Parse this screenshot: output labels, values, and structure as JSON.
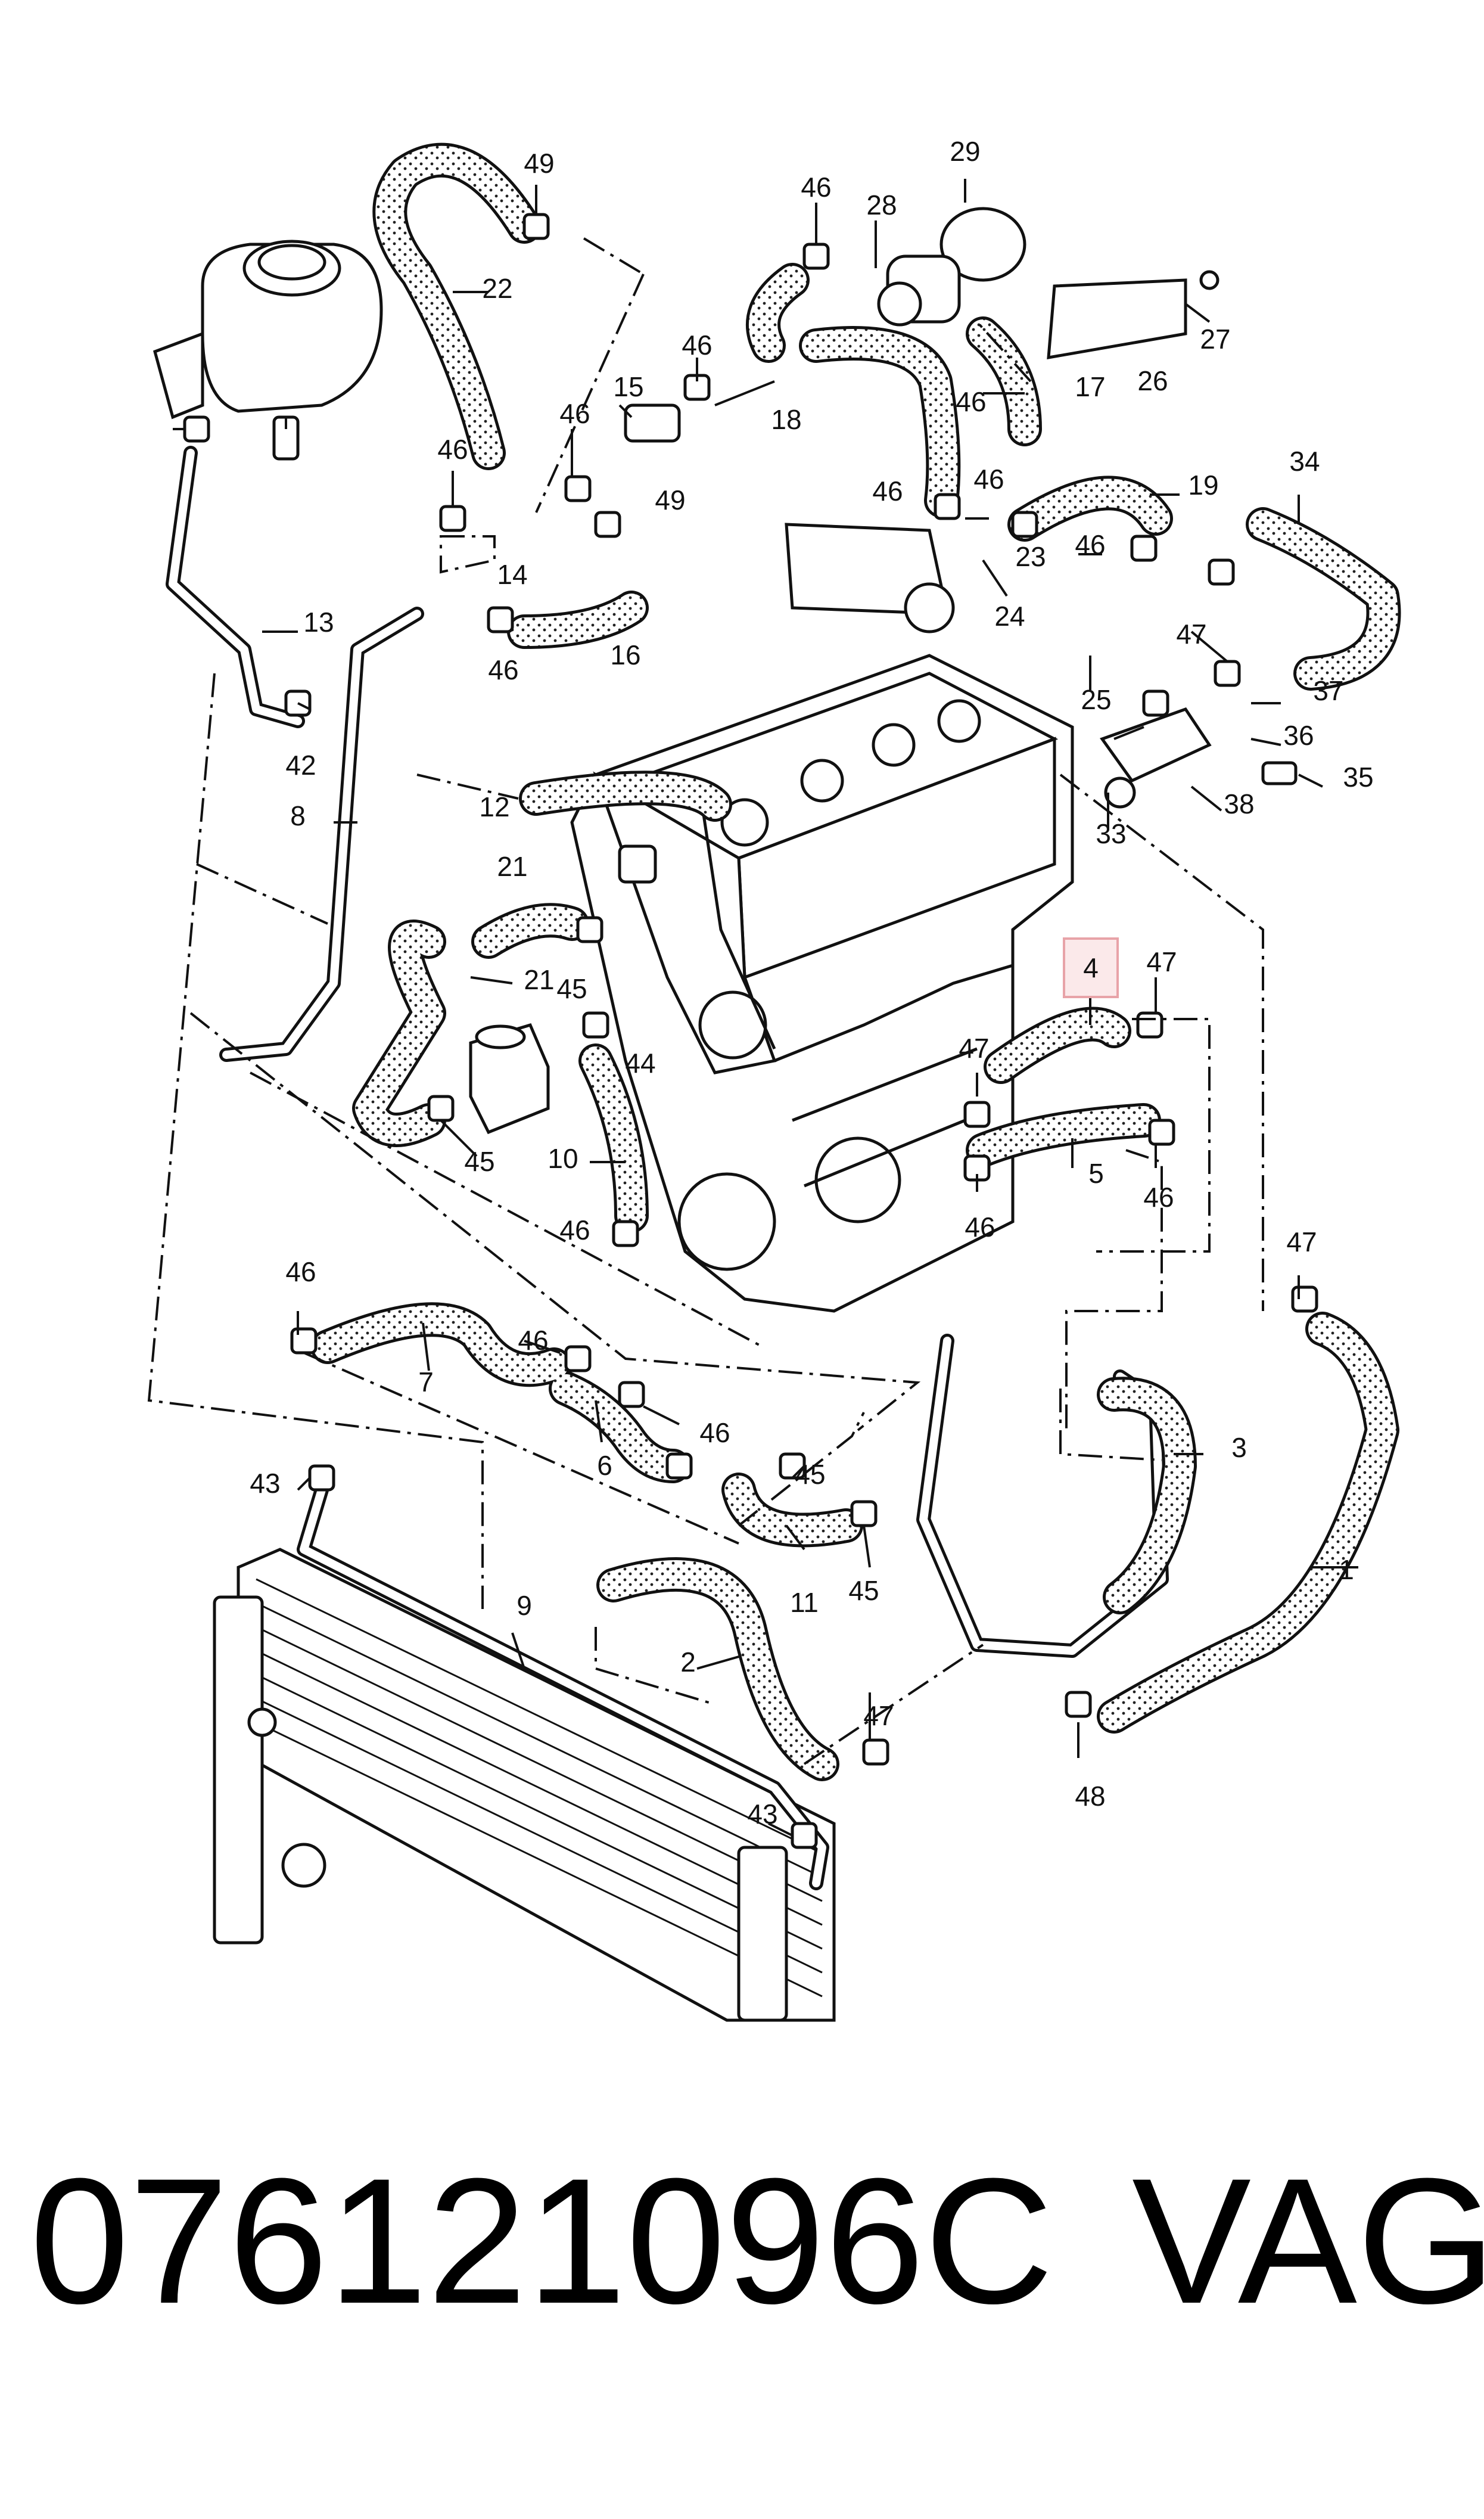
{
  "diagram": {
    "highlight_color": "#e8a3a8",
    "highlighted_label": "4",
    "labels": [
      "1",
      "2",
      "3",
      "4",
      "5",
      "6",
      "7",
      "8",
      "9",
      "10",
      "11",
      "12",
      "13",
      "14",
      "15",
      "16",
      "17",
      "18",
      "19",
      "21",
      "22",
      "23",
      "24",
      "25",
      "26",
      "27",
      "28",
      "29",
      "33",
      "34",
      "35",
      "36",
      "37",
      "38",
      "42",
      "43",
      "44",
      "45",
      "46",
      "47",
      "48",
      "49"
    ]
  },
  "caption": {
    "part_number": "076121096C",
    "brand": "VAG"
  }
}
